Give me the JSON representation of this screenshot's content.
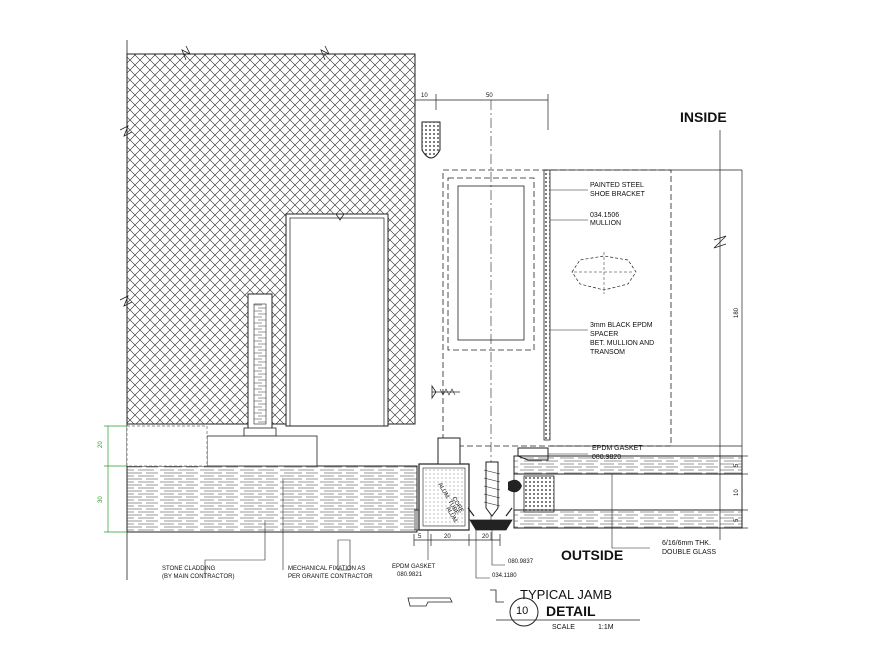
{
  "labels": {
    "inside": "INSIDE",
    "outside": "OUTSIDE",
    "painted_steel": "PAINTED STEEL",
    "shoe_bracket": "SHOE BRACKET",
    "mullion_code": "034.1506",
    "mullion": "MULLION",
    "spacer_1": "3mm BLACK EPDM",
    "spacer_2": "SPACER",
    "spacer_3": "BET. MULLION AND",
    "spacer_4": "TRANSOM",
    "epdm_gasket_r": "EPDM GASKET",
    "gasket_r_code": "080.9820",
    "glass_1": "6/16/6mm THK.",
    "glass_2": "DOUBLE GLASS",
    "stone_1": "STONE CLADDING",
    "stone_2": "(BY MAIN CONTRACTOR)",
    "mech_1": "MECHANICAL FIXATION AS",
    "mech_2": "PER GRANITE CONTRACTOR",
    "epdm_gasket_l": "EPDM GASKET",
    "gasket_l_code": "080.9821",
    "code_9837": "080.9837",
    "code_1180": "034.1180",
    "alum_tube": "ALUM. TUBE",
    "core": "CORE",
    "core_sub": "ALUM."
  },
  "dimensions": {
    "top_10": "10",
    "top_50": "50",
    "left_20": "20",
    "left_30": "30",
    "bottom_5": "5",
    "bottom_20a": "20",
    "bottom_20b": "20",
    "right_180": "180",
    "right_5a": "5",
    "right_10": "10",
    "right_5b": "5"
  },
  "title_block": {
    "number": "10",
    "line1": "TYPICAL JAMB",
    "line2": "DETAIL",
    "scale_label": "SCALE",
    "scale_value": "1:1M"
  }
}
